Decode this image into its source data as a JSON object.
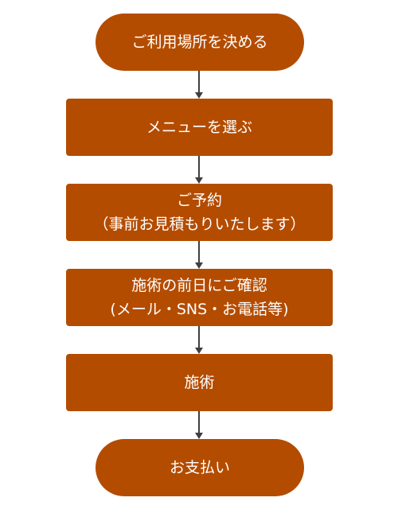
{
  "colors": {
    "node_fill": "#b44c00",
    "node_text": "#ffffff",
    "connector": "#3f3f3f"
  },
  "steps": [
    {
      "type": "terminal",
      "lines": [
        "ご利用場所を決める"
      ]
    },
    {
      "type": "process",
      "lines": [
        "メニューを選ぶ"
      ]
    },
    {
      "type": "process",
      "lines": [
        "ご予約",
        "（事前お見積もりいたします）"
      ]
    },
    {
      "type": "process",
      "lines": [
        "施術の前日にご確認",
        "(メール・SNS・お電話等)"
      ]
    },
    {
      "type": "process",
      "lines": [
        "施術"
      ]
    },
    {
      "type": "terminal",
      "lines": [
        "お支払い"
      ]
    }
  ]
}
